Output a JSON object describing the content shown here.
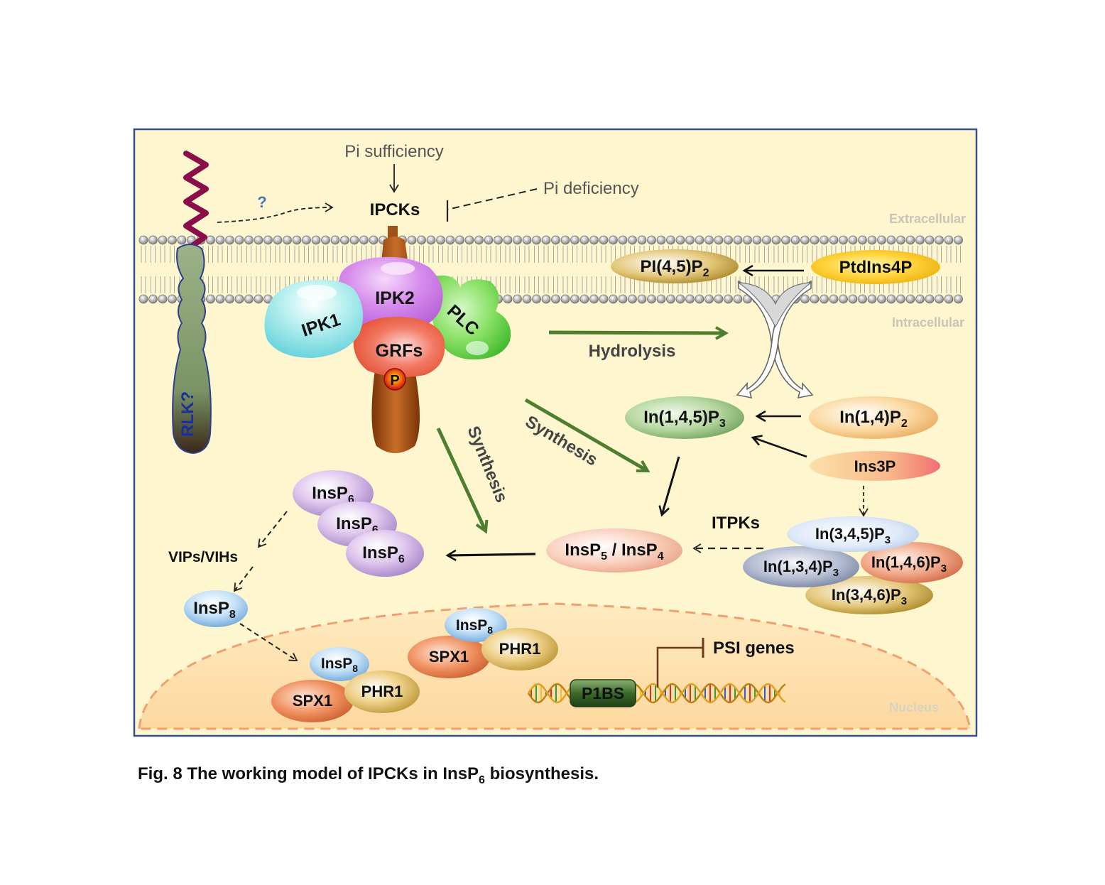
{
  "colors": {
    "background": "#FEF6CF",
    "frame": "#35508A",
    "green_arrow": "#4E7F2E",
    "receptor": "#8B0E4A",
    "nucleus_border": "#F0A070"
  },
  "regions": {
    "extracellular": "Extracellular",
    "intracellular": "Intracellular",
    "nucleus": "Nucleus"
  },
  "signals": {
    "pi_sufficiency": "Pi sufficiency",
    "pi_deficiency": "Pi deficiency",
    "question": "?"
  },
  "proteins": {
    "ipcks": "IPCKs",
    "rlk": "RLK?",
    "ipk1": "IPK1",
    "ipk2": "IPK2",
    "plc": "PLC",
    "grfs": "GRFs",
    "phospho": "P",
    "itpks": "ITPKs",
    "vips": "VIPs/VIHs",
    "spx1": "SPX1",
    "phr1": "PHR1",
    "p1bs": "P1BS"
  },
  "processes": {
    "hydrolysis": "Hydrolysis",
    "synthesis": "Synthesis"
  },
  "metabolites": {
    "pi45p2": {
      "base": "PI(4,5)P",
      "sub": "2"
    },
    "ptdins4p": {
      "base": "PtdIns4P",
      "sub": ""
    },
    "in145p3": {
      "base": "In(1,4,5)P",
      "sub": "3"
    },
    "in14p2": {
      "base": "In(1,4)P",
      "sub": "2"
    },
    "ins3p": {
      "base": "Ins3P",
      "sub": ""
    },
    "in345p3": {
      "base": "In(3,4,5)P",
      "sub": "3"
    },
    "in134p3": {
      "base": "In(1,3,4)P",
      "sub": "3"
    },
    "in146p3": {
      "base": "In(1,4,6)P",
      "sub": "3"
    },
    "in346p3": {
      "base": "In(3,4,6)P",
      "sub": "3"
    },
    "insp5_insp4": {
      "a": "InsP",
      "a_sub": "5",
      "sep": " / InsP",
      "b_sub": "4"
    },
    "insp6": {
      "base": "InsP",
      "sub": "6"
    },
    "insp8": {
      "base": "InsP",
      "sub": "8"
    }
  },
  "psi_genes": "PSI genes",
  "caption": {
    "prefix": "Fig. 8 The working model of IPCKs in InsP",
    "sub": "6",
    "suffix": " biosynthesis."
  }
}
